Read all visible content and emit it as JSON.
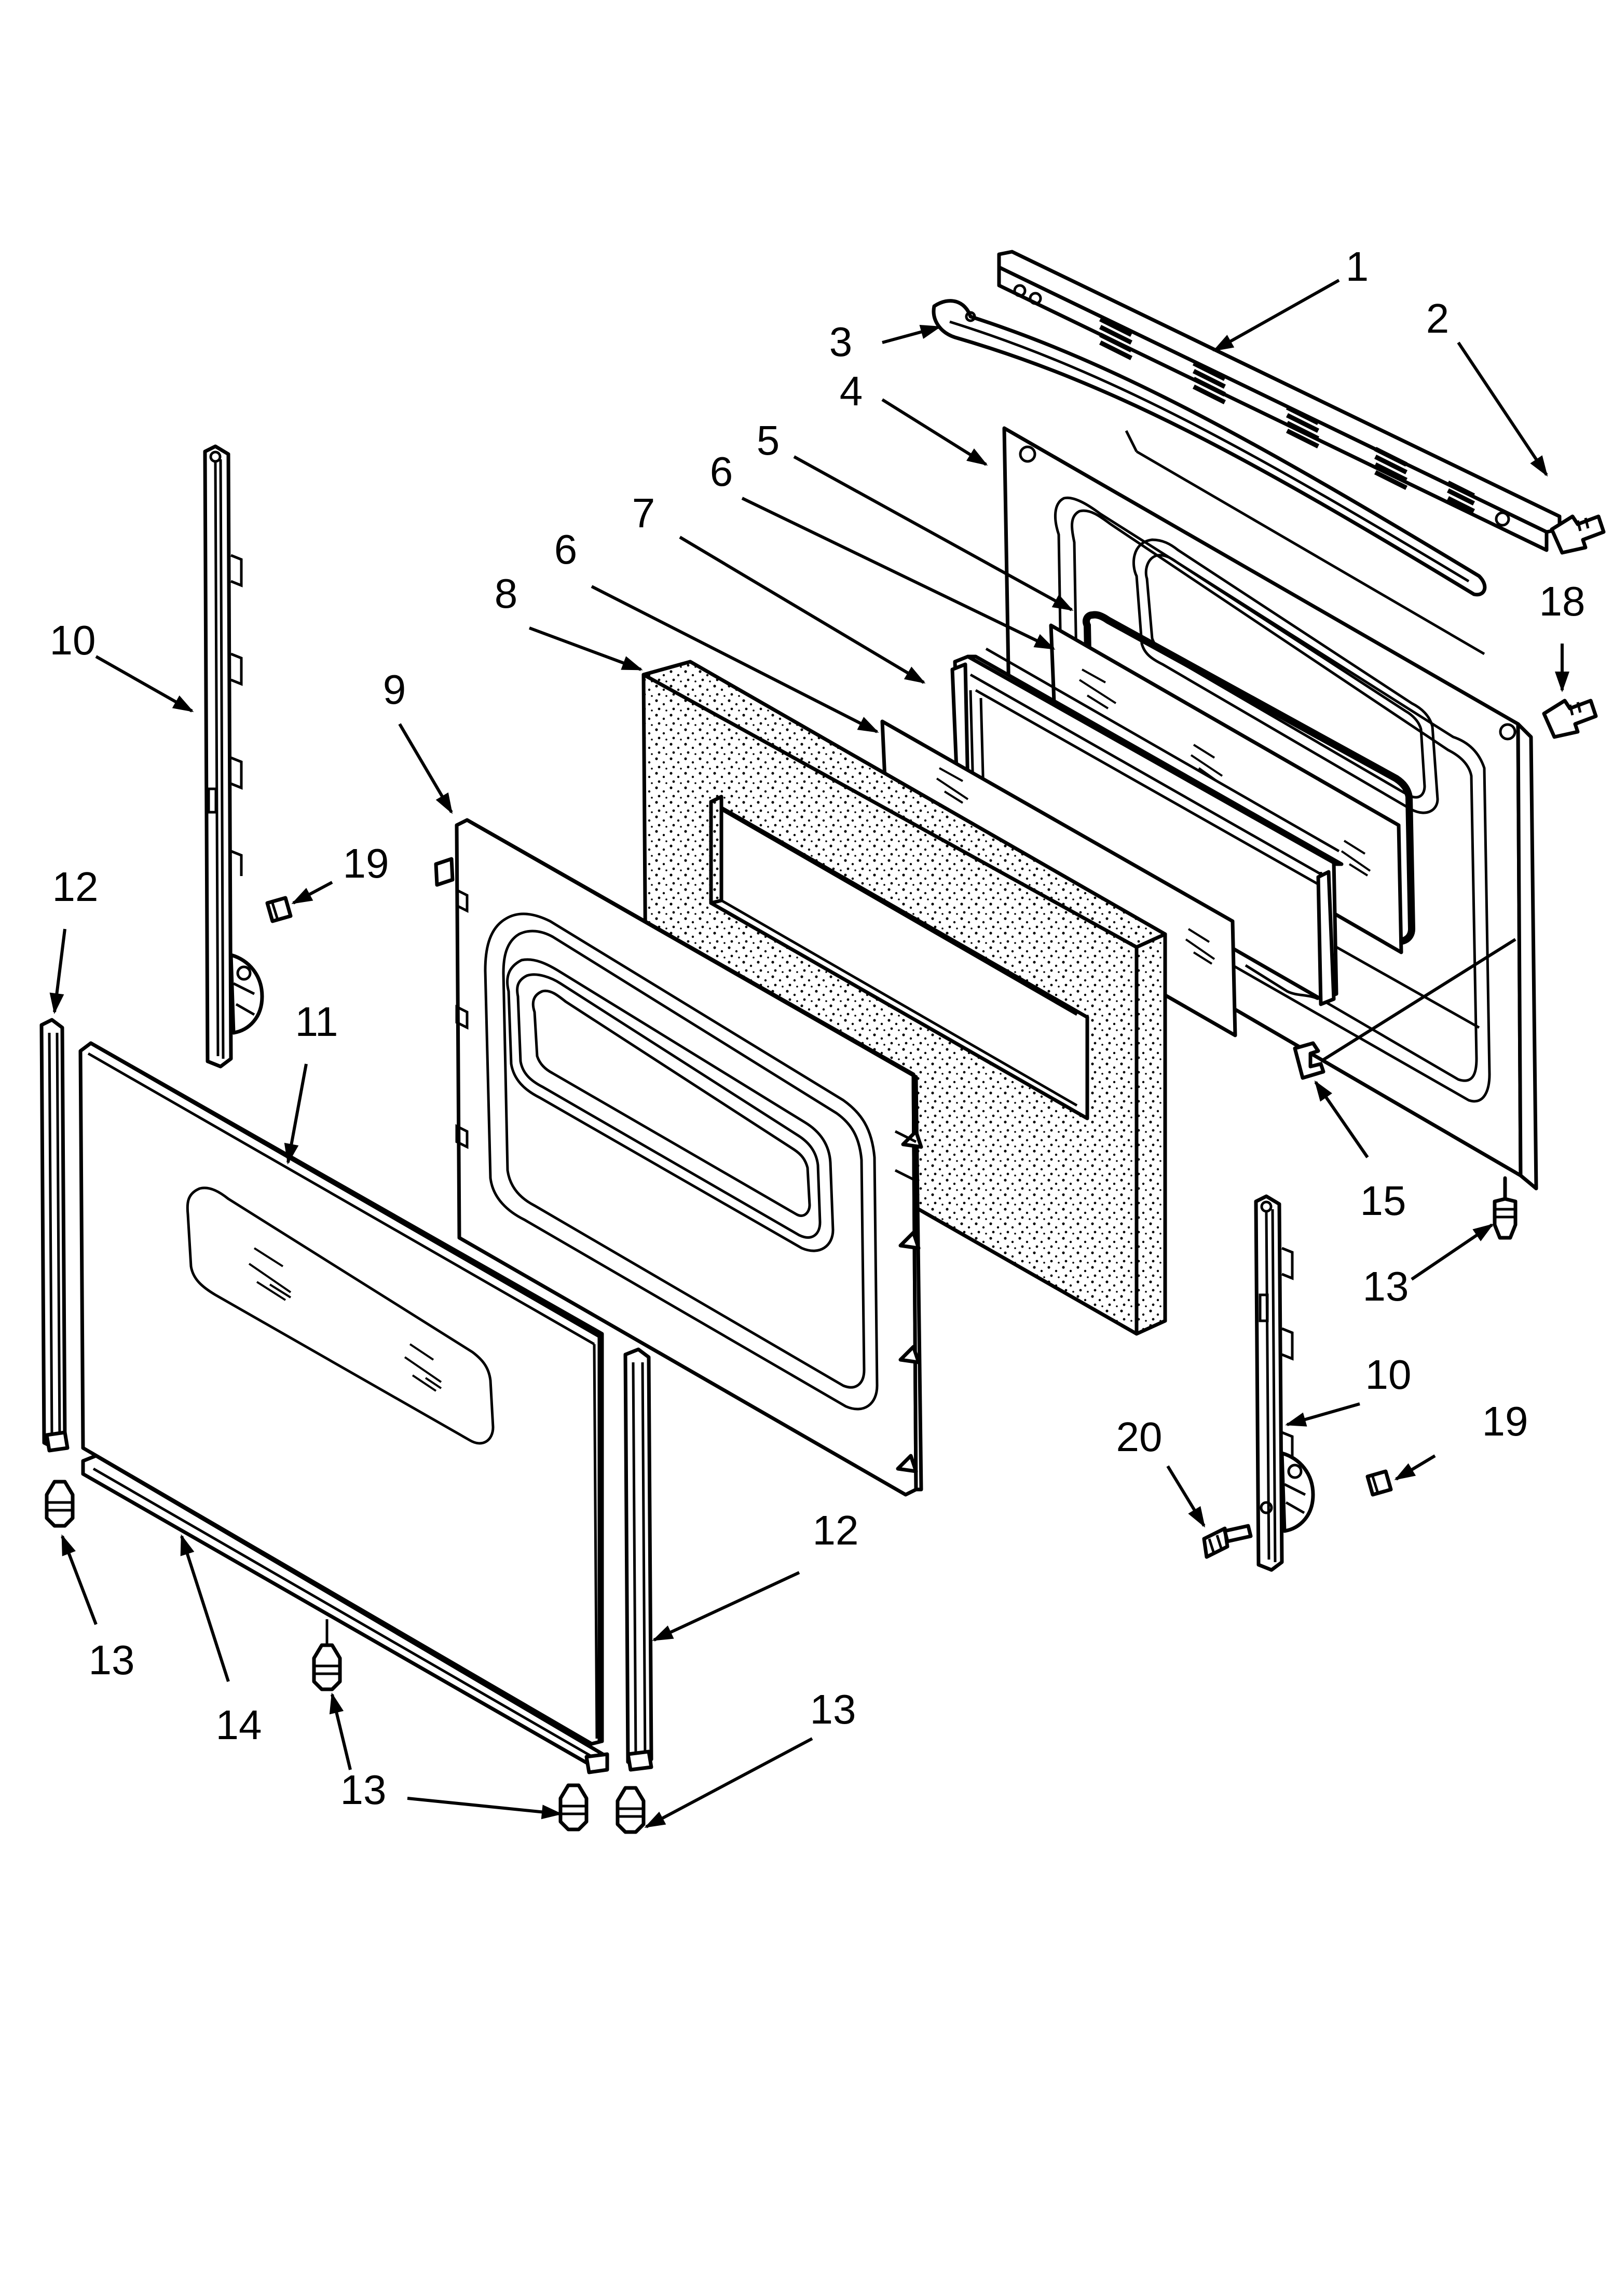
{
  "colors": {
    "background": "#ffffff",
    "ink": "#000000"
  },
  "callouts": [
    {
      "id": "c1",
      "text": "1"
    },
    {
      "id": "c2",
      "text": "2"
    },
    {
      "id": "c3",
      "text": "3"
    },
    {
      "id": "c4",
      "text": "4"
    },
    {
      "id": "c5",
      "text": "5"
    },
    {
      "id": "c6a",
      "text": "6"
    },
    {
      "id": "c7",
      "text": "7"
    },
    {
      "id": "c6b",
      "text": "6"
    },
    {
      "id": "c8",
      "text": "8"
    },
    {
      "id": "c9",
      "text": "9"
    },
    {
      "id": "c10a",
      "text": "10"
    },
    {
      "id": "c18",
      "text": "18"
    },
    {
      "id": "c19a",
      "text": "19"
    },
    {
      "id": "c12a",
      "text": "12"
    },
    {
      "id": "c11",
      "text": "11"
    },
    {
      "id": "c15",
      "text": "15"
    },
    {
      "id": "c13a",
      "text": "13"
    },
    {
      "id": "c10b",
      "text": "10"
    },
    {
      "id": "c20",
      "text": "20"
    },
    {
      "id": "c19b",
      "text": "19"
    },
    {
      "id": "c12b",
      "text": "12"
    },
    {
      "id": "c13b",
      "text": "13"
    },
    {
      "id": "c14",
      "text": "14"
    },
    {
      "id": "c13c",
      "text": "13"
    },
    {
      "id": "c13d",
      "text": "13"
    }
  ]
}
